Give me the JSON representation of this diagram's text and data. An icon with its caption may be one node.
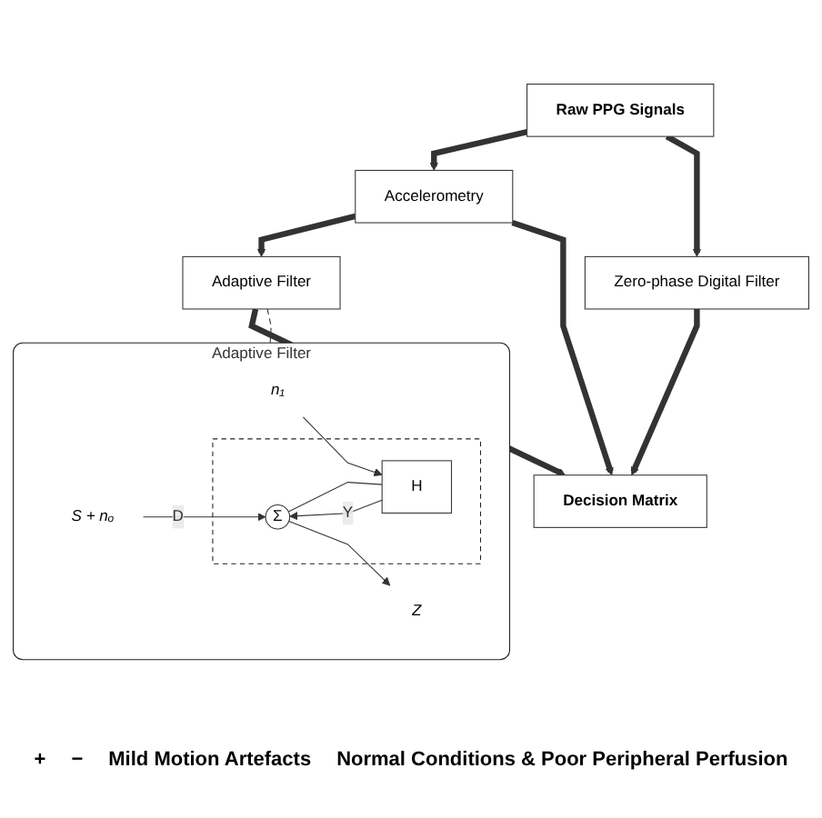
{
  "diagram": {
    "nodes": [
      {
        "text": [
          "Adaptive Filter"
        ]
      },
      {
        "text": [],
        "shape": "box",
        "in": 0
      },
      {
        "text": [
          "S + nₒ"
        ],
        "in": 0
      },
      {
        "text": [
          "n₁"
        ],
        "in": 0
      },
      {
        "text": [
          "Σ"
        ],
        "in": 1
      },
      {
        "text": [
          "H"
        ],
        "in": 1
      },
      {
        "text": [
          "Z"
        ],
        "in": 0
      },
      {
        "text": [
          "Raw PPG Signals"
        ]
      },
      {
        "text": [
          "Adaptive Filter"
        ]
      },
      {
        "text": [
          "Accelerometry"
        ]
      },
      {
        "text": [
          "Zero-phase Digital Filter"
        ]
      },
      {
        "text": [
          "Decision Matrix"
        ]
      }
    ],
    "edges": [
      {
        "from": 2,
        "to": 4,
        "arrow": "to",
        "label": "D"
      },
      {
        "from": 3,
        "to": 5,
        "arrow": "to"
      },
      {
        "from": 5,
        "to": 4,
        "arrow": "to",
        "label": "Y"
      },
      {
        "from": 4,
        "to": 6,
        "arrow": "to"
      },
      {
        "from": 4,
        "to": 5,
        "arrow": "none"
      },
      {
        "from": 8,
        "to": 0,
        "arrow": "none",
        "style": "dashed"
      },
      {
        "from": 7,
        "to": 9,
        "arrow": "to",
        "style": "thick"
      },
      {
        "from": 9,
        "to": 8,
        "arrow": "to",
        "style": "thick"
      },
      {
        "from": 8,
        "to": 11,
        "arrow": "to",
        "style": "thick"
      },
      {
        "from": 9,
        "to": 11,
        "arrow": "to",
        "style": "thick"
      },
      {
        "from": 7,
        "to": 10,
        "arrow": "to",
        "style": "thick"
      },
      {
        "from": 10,
        "to": 11,
        "arrow": "to",
        "style": "thick"
      }
    ],
    "labels": [
      "+",
      "−",
      "Mild Motion Artefacts",
      "Normal Conditions & Poor Peripheral Perfusion"
    ]
  }
}
